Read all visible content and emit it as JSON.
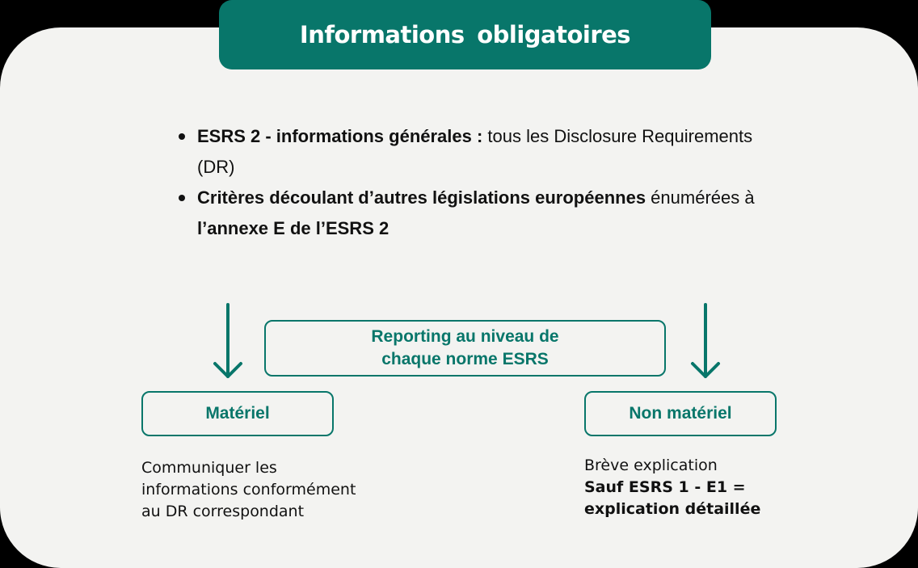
{
  "header": {
    "title": "Informations  obligatoires"
  },
  "bullets": [
    {
      "bold": "ESRS 2 - informations générales :",
      "text": " tous les Disclosure Requirements (DR)"
    },
    {
      "bold": "Critères découlant d’autres législations européennes",
      "text": " énumérées à ",
      "bold2": "l’annexe E de l’ESRS 2"
    }
  ],
  "reporting_box": {
    "line1": "Reporting au niveau de",
    "line2": "chaque norme ESRS"
  },
  "materiel": {
    "label": "Matériel",
    "description_lines": [
      "Communiquer les",
      "informations conformément",
      "au DR correspondant"
    ]
  },
  "non_materiel": {
    "label": "Non matériel",
    "description": "Brève explication",
    "exception_line1": "Sauf ESRS 1 - E1 =",
    "exception_line2": "explication détaillée"
  },
  "colors": {
    "accent": "#08766a",
    "card_bg": "#f3f3f1",
    "outer_bg": "#000000",
    "text": "#111111"
  }
}
